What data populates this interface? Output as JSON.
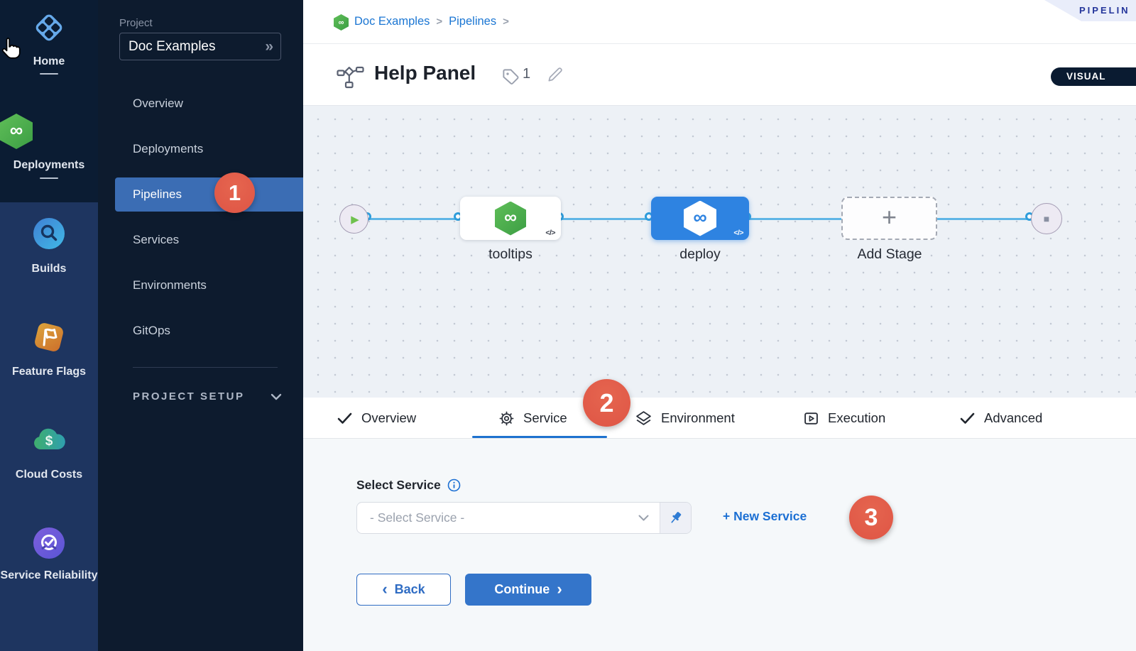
{
  "colors": {
    "accent_blue": "#1b76d3",
    "selected_nav_blue": "#3b6db4",
    "node_blue": "#2e83e1",
    "annotation_red": "#e25b4a",
    "logo_green": "#4caf50",
    "sidebar_dark": "#0b1c33",
    "sidebar_light": "#1e3560",
    "canvas_bg": "#edf1f6",
    "continue_blue": "#3475ca"
  },
  "glyphs": {
    "infinity": "∞",
    "play": "▶",
    "stop": "■",
    "plus": "+",
    "code": "</>",
    "expand": "»",
    "breadcrumb_sep": ">",
    "back_chevron": "‹",
    "continue_chevron": "›"
  },
  "module_sidebar": {
    "items": [
      {
        "label": "Home"
      },
      {
        "label": "Deployments"
      },
      {
        "label": "Builds"
      },
      {
        "label": "Feature Flags"
      },
      {
        "label": "Cloud Costs"
      },
      {
        "label": "Service Reliability"
      }
    ]
  },
  "project_sidebar": {
    "section_label": "Project",
    "project_name": "Doc Examples",
    "menu": [
      "Overview",
      "Deployments",
      "Pipelines",
      "Services",
      "Environments",
      "GitOps"
    ],
    "selected_item": "Pipelines",
    "setup_label": "PROJECT SETUP"
  },
  "breadcrumb": {
    "crumbs": [
      "Doc Examples",
      "Pipelines"
    ]
  },
  "ribbon_label": "PIPELIN",
  "header": {
    "title": "Help Panel",
    "tag_count": "1",
    "mode_badge": "VISUAL"
  },
  "canvas": {
    "stage_nodes": [
      {
        "label": "tooltips"
      },
      {
        "label": "deploy"
      },
      {
        "label": "Add Stage"
      }
    ]
  },
  "tabs": [
    {
      "label": "Overview"
    },
    {
      "label": "Service",
      "active": true
    },
    {
      "label": "Environment"
    },
    {
      "label": "Execution"
    },
    {
      "label": "Advanced"
    }
  ],
  "service_form": {
    "label": "Select Service",
    "select_value": "- Select Service -",
    "new_service_link": "+ New Service",
    "back_label": "Back",
    "continue_label": "Continue"
  },
  "annotations": [
    "1",
    "2",
    "3"
  ]
}
